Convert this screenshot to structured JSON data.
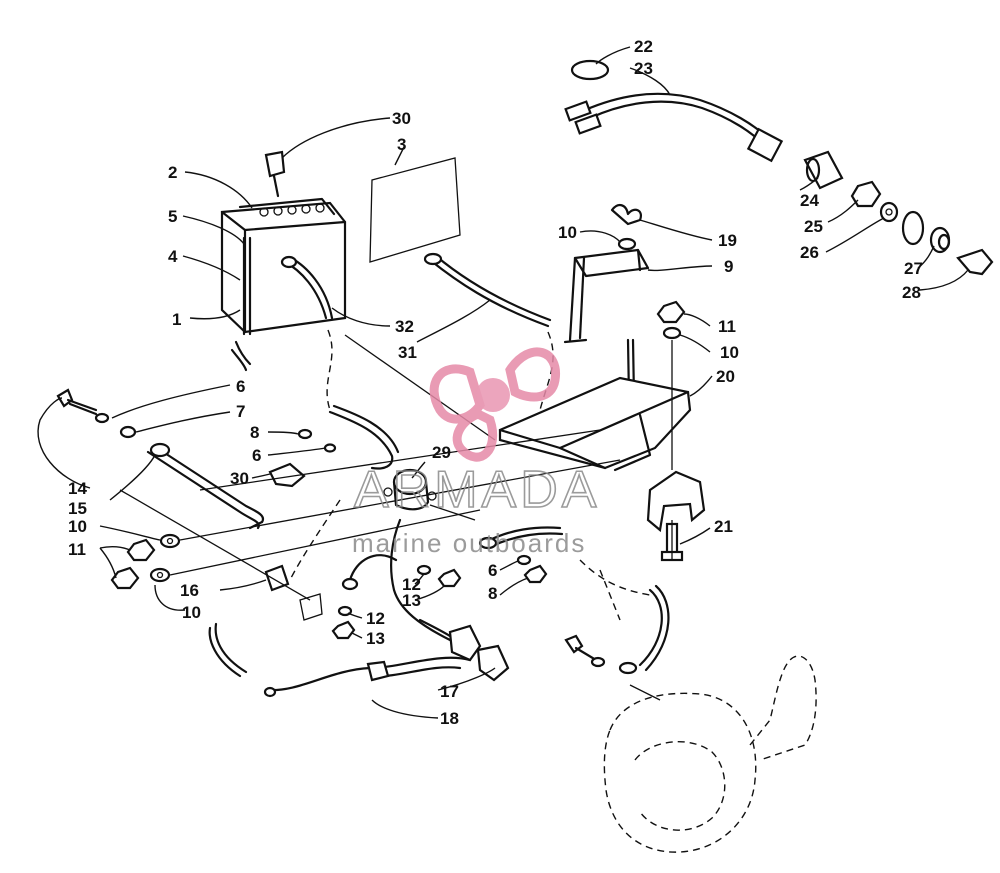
{
  "callouts": [
    {
      "id": "c30a",
      "text": "30"
    },
    {
      "id": "c3",
      "text": "3"
    },
    {
      "id": "c2",
      "text": "2"
    },
    {
      "id": "c5",
      "text": "5"
    },
    {
      "id": "c4",
      "text": "4"
    },
    {
      "id": "c1",
      "text": "1"
    },
    {
      "id": "c32",
      "text": "32"
    },
    {
      "id": "c31",
      "text": "31"
    },
    {
      "id": "c22",
      "text": "22"
    },
    {
      "id": "c23",
      "text": "23"
    },
    {
      "id": "c24",
      "text": "24"
    },
    {
      "id": "c25",
      "text": "25"
    },
    {
      "id": "c26",
      "text": "26"
    },
    {
      "id": "c27",
      "text": "27"
    },
    {
      "id": "c28",
      "text": "28"
    },
    {
      "id": "c10a",
      "text": "10"
    },
    {
      "id": "c19",
      "text": "19"
    },
    {
      "id": "c9",
      "text": "9"
    },
    {
      "id": "c11a",
      "text": "11"
    },
    {
      "id": "c10b",
      "text": "10"
    },
    {
      "id": "c20",
      "text": "20"
    },
    {
      "id": "c6a",
      "text": "6"
    },
    {
      "id": "c7",
      "text": "7"
    },
    {
      "id": "c8a",
      "text": "8"
    },
    {
      "id": "c6b",
      "text": "6"
    },
    {
      "id": "c29",
      "text": "29"
    },
    {
      "id": "c30b",
      "text": "30"
    },
    {
      "id": "c14",
      "text": "14"
    },
    {
      "id": "c15",
      "text": "15"
    },
    {
      "id": "c10c",
      "text": "10"
    },
    {
      "id": "c11b",
      "text": "11"
    },
    {
      "id": "c16",
      "text": "16"
    },
    {
      "id": "c10d",
      "text": "10"
    },
    {
      "id": "c12a",
      "text": "12"
    },
    {
      "id": "c13a",
      "text": "13"
    },
    {
      "id": "c6c",
      "text": "6"
    },
    {
      "id": "c8b",
      "text": "8"
    },
    {
      "id": "c21",
      "text": "21"
    },
    {
      "id": "c12b",
      "text": "12"
    },
    {
      "id": "c13b",
      "text": "13"
    },
    {
      "id": "c17",
      "text": "17"
    },
    {
      "id": "c18",
      "text": "18"
    }
  ],
  "watermark": {
    "brand": "ARMADA",
    "tagline": "marine outboards",
    "logo_color": "#e68aa8",
    "text_color": "#8a8a8a"
  }
}
